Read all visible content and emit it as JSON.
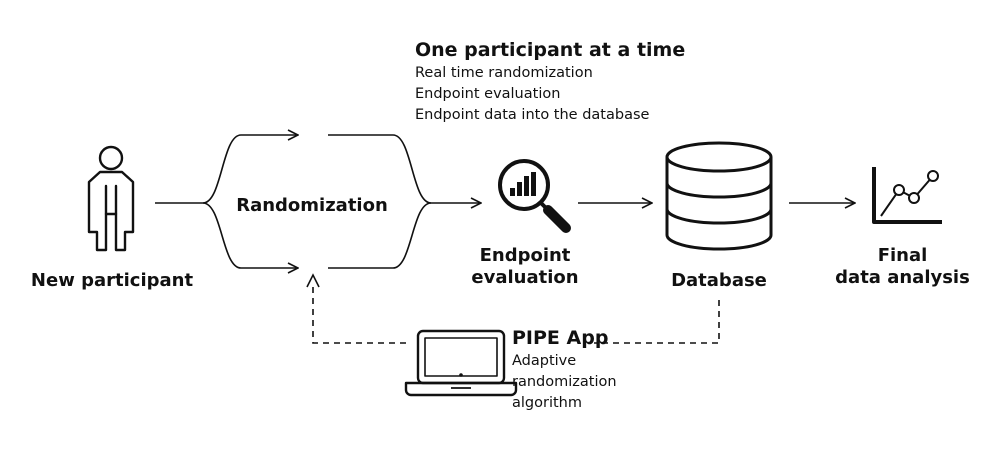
{
  "header": {
    "title": "One participant at a time",
    "lines": [
      "Real time randomization",
      "Endpoint evaluation",
      "Endpoint data into the database"
    ]
  },
  "nodes": {
    "participant": {
      "label": "New participant",
      "icon": "person-icon"
    },
    "randomization": {
      "label": "Randomization"
    },
    "endpoint": {
      "label_lines": [
        "Endpoint",
        "evaluation"
      ],
      "icon": "magnifier-chart-icon"
    },
    "database": {
      "label": "Database",
      "icon": "database-icon"
    },
    "analysis": {
      "label_lines": [
        "Final",
        "data analysis"
      ],
      "icon": "line-chart-icon"
    }
  },
  "app": {
    "title": "PIPE App",
    "lines": [
      "Adaptive",
      "randomization",
      "algorithm"
    ],
    "icon": "laptop-icon"
  },
  "colors": {
    "ink": "#111111",
    "background": "#ffffff"
  }
}
